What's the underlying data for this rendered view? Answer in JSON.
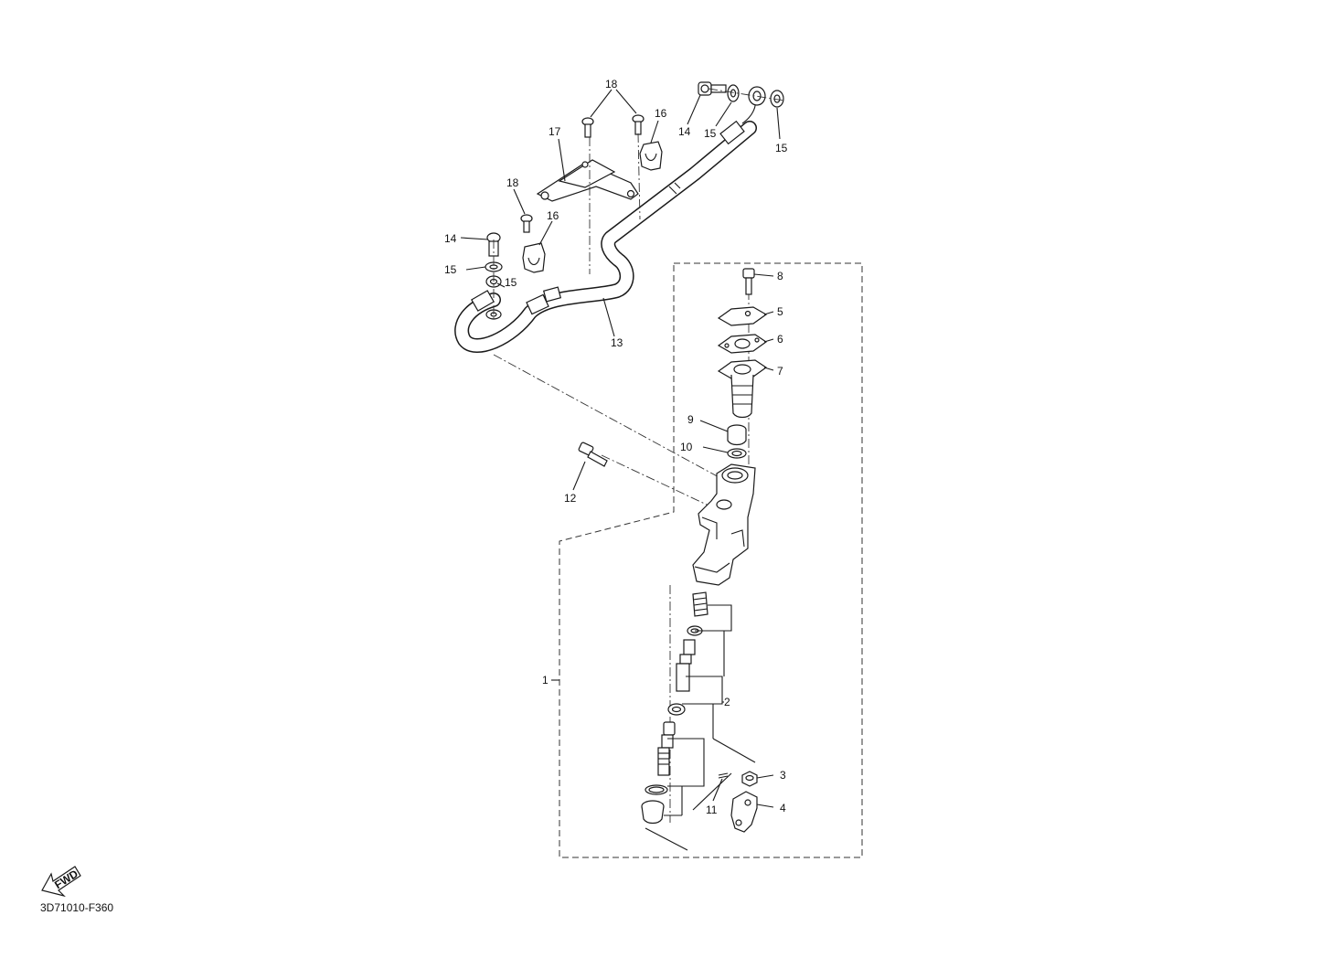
{
  "diagram_code": "3D71010-F360",
  "fwd_label": "FWD",
  "callouts": [
    {
      "id": "c18a",
      "text": "18"
    },
    {
      "id": "c17",
      "text": "17"
    },
    {
      "id": "c16a",
      "text": "16"
    },
    {
      "id": "c14a",
      "text": "14"
    },
    {
      "id": "c15a",
      "text": "15"
    },
    {
      "id": "c15b",
      "text": "15"
    },
    {
      "id": "c18b",
      "text": "18"
    },
    {
      "id": "c16b",
      "text": "16"
    },
    {
      "id": "c14b",
      "text": "14"
    },
    {
      "id": "c15c",
      "text": "15"
    },
    {
      "id": "c15d",
      "text": "15"
    },
    {
      "id": "c13",
      "text": "13"
    },
    {
      "id": "c8",
      "text": "8"
    },
    {
      "id": "c5",
      "text": "5"
    },
    {
      "id": "c6",
      "text": "6"
    },
    {
      "id": "c7",
      "text": "7"
    },
    {
      "id": "c9",
      "text": "9"
    },
    {
      "id": "c10",
      "text": "10"
    },
    {
      "id": "c12",
      "text": "12"
    },
    {
      "id": "c1",
      "text": "1"
    },
    {
      "id": "c2",
      "text": "2"
    },
    {
      "id": "c3",
      "text": "3"
    },
    {
      "id": "c4",
      "text": "4"
    },
    {
      "id": "c11",
      "text": "11"
    }
  ]
}
